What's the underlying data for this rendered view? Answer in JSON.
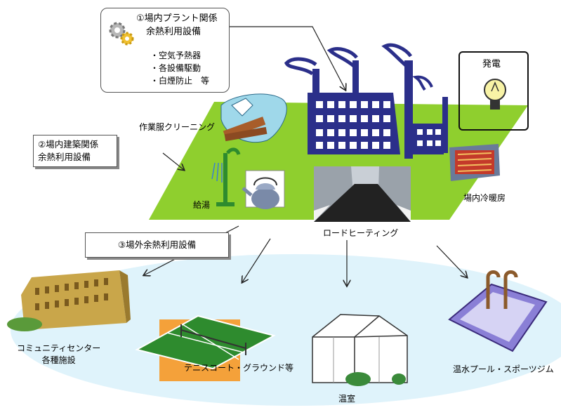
{
  "section1": {
    "title": "①場内プラント関係",
    "subtitle": "余熱利用設備",
    "items": [
      "・空気予熱器",
      "・各設備駆動",
      "・白煙防止　等"
    ]
  },
  "section2": {
    "title": "②場内建築関係",
    "subtitle": "余熱利用設備"
  },
  "section3": {
    "title": "③場外余熱利用設備"
  },
  "labels": {
    "power": "発電",
    "cleaning": "作業服クリーニング",
    "hot_water": "給湯",
    "air_conditioning": "場内冷暖房",
    "road_heating": "ロードヒーティング",
    "community_center_line1": "コミュニティセンター",
    "community_center_line2": "各種施設",
    "tennis": "テニスコート・グラウンド等",
    "greenhouse": "温室",
    "pool": "温水プール・スポーツジム"
  },
  "colors": {
    "ground": "#8fcf2e",
    "factory": "#2b2f8a",
    "offsite_area": "#dff3fb",
    "court": "#2e8b2e",
    "court_bg": "#f4a13a",
    "pool": "#8a7fd6"
  }
}
